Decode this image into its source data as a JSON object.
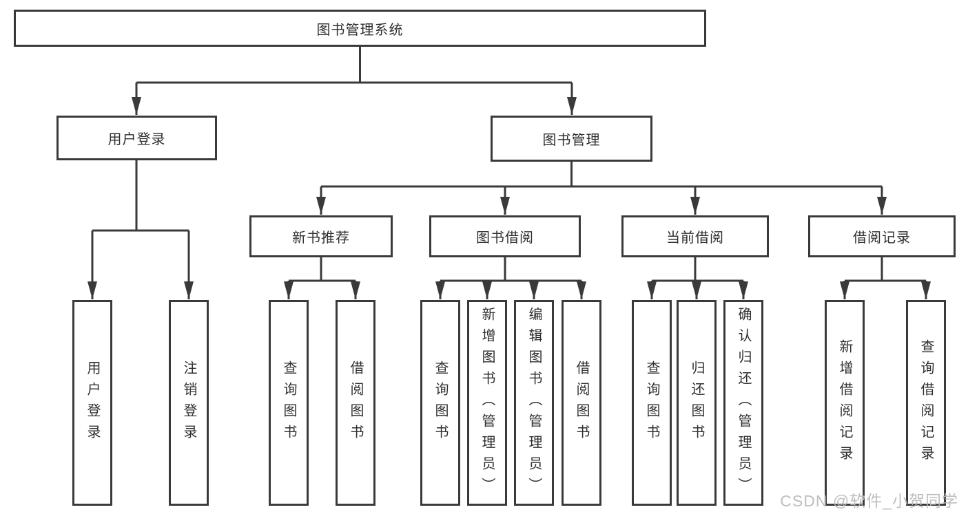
{
  "nodes": {
    "root": "图书管理系统",
    "user_login": "用户登录",
    "book_mgmt": "图书管理",
    "new_book_rec": "新书推荐",
    "book_borrow": "图书借阅",
    "current_borrow": "当前借阅",
    "borrow_records": "借阅记录",
    "leaf_user_login": "用户登录",
    "leaf_logout": "注销登录",
    "leaf_query_book_a": "查询图书",
    "leaf_borrow_book_a": "借阅图书",
    "leaf_query_book_b": "查询图书",
    "leaf_add_book_admin": "新增图书（管理员）",
    "leaf_edit_book_admin": "编辑图书（管理员）",
    "leaf_borrow_book_b": "借阅图书",
    "leaf_query_book_c": "查询图书",
    "leaf_return_book": "归还图书",
    "leaf_confirm_return_admin": "确认归还（管理员）",
    "leaf_add_borrow_record": "新增借阅记录",
    "leaf_query_borrow_record": "查询借阅记录"
  },
  "watermark": "CSDN @软件_小贺同学",
  "colors": {
    "line": "#3a3a3a",
    "text": "#2f2f2f",
    "watermark": "#b9b9b9",
    "background": "#ffffff"
  }
}
